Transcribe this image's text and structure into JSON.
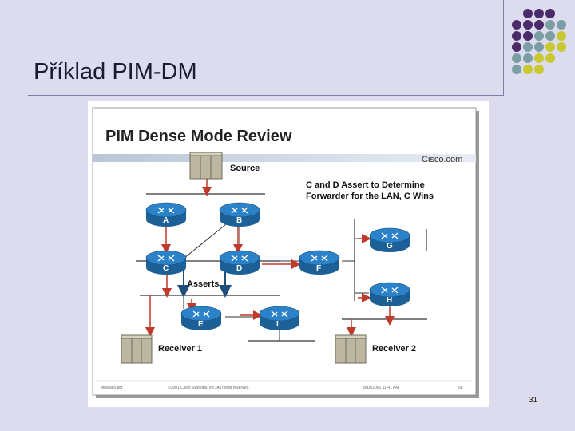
{
  "slide": {
    "title": "Příklad PIM-DM",
    "page_number": "31"
  },
  "figure": {
    "title": "PIM Dense Mode Review",
    "brand": "Cisco.com",
    "source_label": "Source",
    "assert_note_line1": "C and D Assert to Determine",
    "assert_note_line2": "Forwarder for the LAN, C Wins",
    "asserts_label": "Asserts",
    "receiver1_label": "Receiver 1",
    "receiver2_label": "Receiver 2",
    "footer_left": "Module5.ppt",
    "footer_mid": "©2001 Cisco Systems, Inc. All rights reserved.",
    "footer_right": "8/18/2001 11:41 AM",
    "footer_page": "56",
    "routers": [
      {
        "id": "A"
      },
      {
        "id": "B"
      },
      {
        "id": "C"
      },
      {
        "id": "D"
      },
      {
        "id": "E"
      },
      {
        "id": "F"
      },
      {
        "id": "G"
      },
      {
        "id": "H"
      },
      {
        "id": "I"
      }
    ]
  },
  "colors": {
    "background": "#dcdcee",
    "router": "#2b82c9",
    "flow_arrow": "#c0392b",
    "assert_arrow": "#1f4e79",
    "dot_purple": "#4b2a6a",
    "dot_teal": "#7a9ea3",
    "dot_yellow": "#c8c830",
    "server": "#bdb7a2"
  }
}
